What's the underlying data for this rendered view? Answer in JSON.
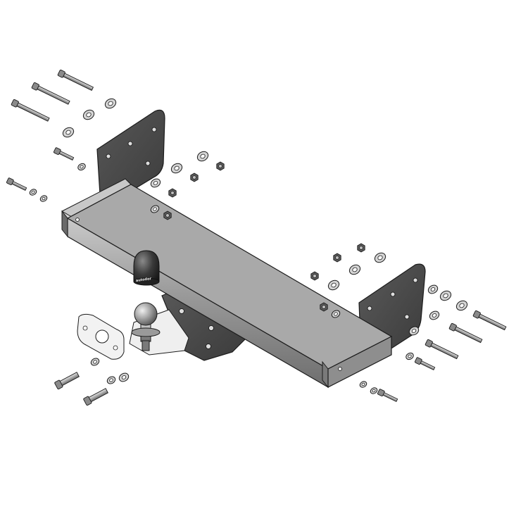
{
  "diagram": {
    "type": "exploded-assembly-view",
    "subject": "tow-bar",
    "ball_cap_label": "autodor",
    "colors": {
      "background": "#ffffff",
      "metal_dark": "#3a3a3a",
      "metal_mid": "#7d7d7d",
      "metal_light": "#b9b9b9",
      "metal_face": "#9a9a9a",
      "outline": "#1c1c1c",
      "socket_plate": "#f2f2f2"
    },
    "parts": [
      "crossbar",
      "left-bracket",
      "right-bracket",
      "ball-mount",
      "tow-ball",
      "ball-cap",
      "socket-plate",
      "bolts",
      "washers",
      "nuts"
    ]
  }
}
